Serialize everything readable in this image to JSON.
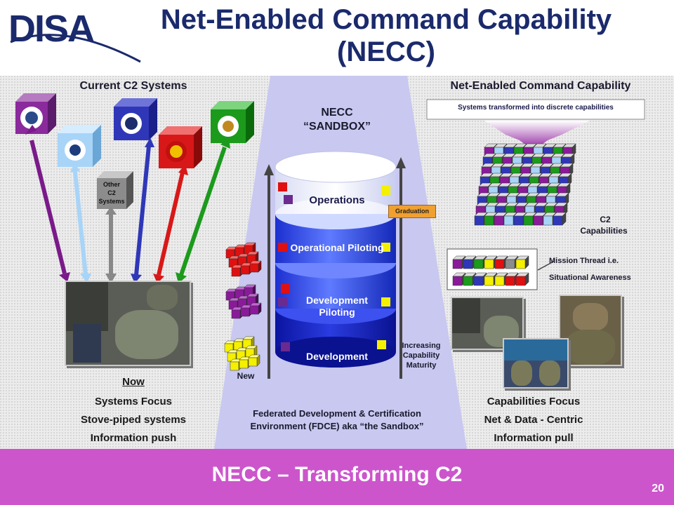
{
  "logo": "DISA",
  "title_line1": "Net-Enabled Command Capability",
  "title_line2": "(NECC)",
  "left": {
    "header": "Current C2 Systems",
    "other_box": "Other\nC2\nSystems",
    "now": "Now",
    "lines": [
      "Systems Focus",
      "Stove-piped systems",
      "Information push"
    ]
  },
  "center": {
    "header_line1": "NECC",
    "header_line2": "“SANDBOX”",
    "layers": [
      "Operations",
      "Operational Piloting",
      "Development Piloting",
      "Development"
    ],
    "graduation": "Graduation",
    "new_label": "New",
    "maturity": [
      "Increasing",
      "Capability",
      "Maturity"
    ],
    "footer_line1": "Federated Development & Certification",
    "footer_line2": "Environment (FDCE) aka “the Sandbox”"
  },
  "right": {
    "header": "Net-Enabled Command Capability",
    "banner": "Systems transformed into discrete capabilities",
    "c2_line1": "C2",
    "c2_line2": "Capabilities",
    "mission_line1": "Mission Thread i.e.",
    "mission_line2": "Situational Awareness",
    "lines": [
      "Capabilities Focus",
      "Net & Data - Centric",
      "Information pull"
    ]
  },
  "footer": {
    "title": "NECC – Transforming C2",
    "page": "20"
  },
  "colors": {
    "title": "#1a2a6c",
    "footer": "#cc55cc",
    "sandbox_bg": "#c8c8f0",
    "panel_bg": "#e4e4e4"
  }
}
